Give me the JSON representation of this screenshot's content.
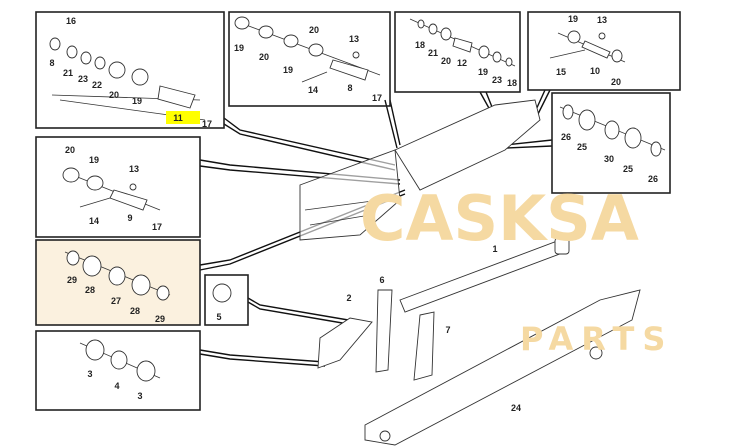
{
  "watermark": {
    "line1": "CASKSA",
    "line2": "PARTS"
  },
  "colors": {
    "highlight": "#ffff00",
    "watermark": "#f5d9a2"
  },
  "callouts": {
    "box_a": [
      "16",
      "8",
      "21",
      "23",
      "22",
      "20",
      "19",
      "11",
      "17"
    ],
    "box_b": [
      "19",
      "20",
      "19",
      "20",
      "13",
      "14",
      "8",
      "17"
    ],
    "box_c": [
      "18",
      "21",
      "20",
      "12",
      "19",
      "23",
      "18"
    ],
    "box_d": [
      "19",
      "13",
      "15",
      "10",
      "20"
    ],
    "box_e": [
      "26",
      "25",
      "30",
      "25",
      "26"
    ],
    "box_f": [
      "20",
      "19",
      "13",
      "14",
      "9",
      "17"
    ],
    "box_g": [
      "29",
      "28",
      "27",
      "28",
      "29"
    ],
    "box_h": [
      "3",
      "4",
      "3"
    ],
    "box_i": [
      "5"
    ],
    "main": [
      "1",
      "2",
      "6",
      "7",
      "24"
    ]
  },
  "highlighted_part": "11"
}
